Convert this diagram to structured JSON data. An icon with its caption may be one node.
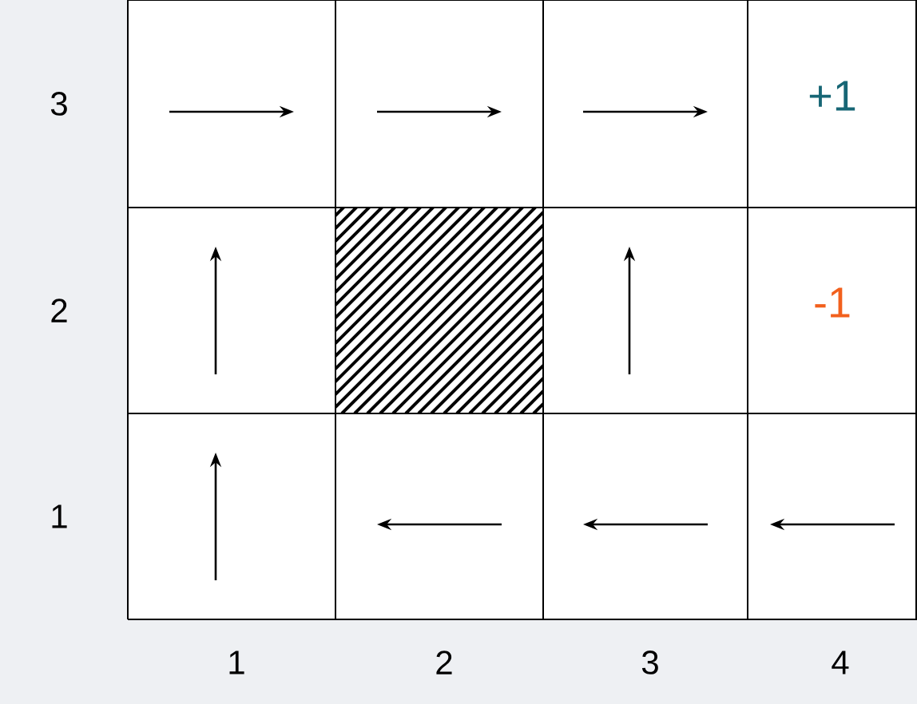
{
  "diagram": {
    "labels": [
      "3",
      "+1",
      "2",
      "-1",
      "1",
      "1",
      "2",
      "3",
      "4"
    ]
  }
}
